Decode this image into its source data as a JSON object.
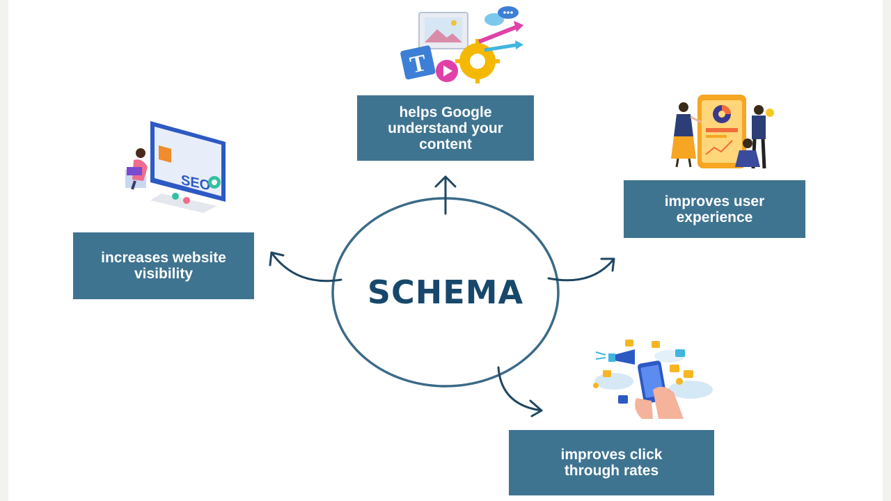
{
  "diagram": {
    "center": {
      "label": "SCHEMA"
    },
    "benefits": {
      "top": "helps Google\nunderstand your\ncontent",
      "right": "improves user\nexperience",
      "left": "increases website\nvisibility",
      "bottom": "improves click\nthrough rates"
    },
    "illustrations": {
      "top": {
        "icon": "content-media-icon",
        "letter": "T"
      },
      "left": {
        "icon": "seo-monitor-icon",
        "screen_text": "SEO"
      },
      "right": {
        "icon": "user-experience-phone-icon"
      },
      "bottom": {
        "icon": "mobile-marketing-icon"
      }
    }
  },
  "colors": {
    "box": "#3f7491",
    "box_text": "#ffffff",
    "center_text": "#17486b",
    "circle": "#3b6a88",
    "arrow": "#1f4662"
  }
}
